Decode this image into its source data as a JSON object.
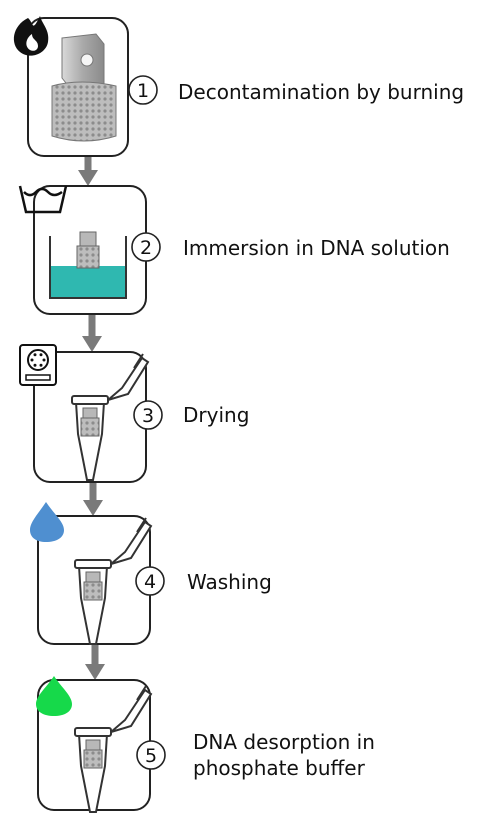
{
  "steps": [
    {
      "number": "1",
      "label": [
        "Decontamination by burning"
      ],
      "icon": "flame-icon"
    },
    {
      "number": "2",
      "label": [
        "Immersion in DNA solution"
      ],
      "icon": "water-bath-icon"
    },
    {
      "number": "3",
      "label": [
        "Drying"
      ],
      "icon": "incubator-icon"
    },
    {
      "number": "4",
      "label": [
        "Washing"
      ],
      "icon": "blue-drop-icon"
    },
    {
      "number": "5",
      "label": [
        "DNA desorption in",
        "phosphate buffer"
      ],
      "icon": "green-drop-icon"
    }
  ],
  "colors": {
    "arrow": "#7a7a7a",
    "solution": "#2fb8b0",
    "blue_drop": "#4f8fd0",
    "green_drop": "#16d94a",
    "part": "#b8b8b8"
  }
}
